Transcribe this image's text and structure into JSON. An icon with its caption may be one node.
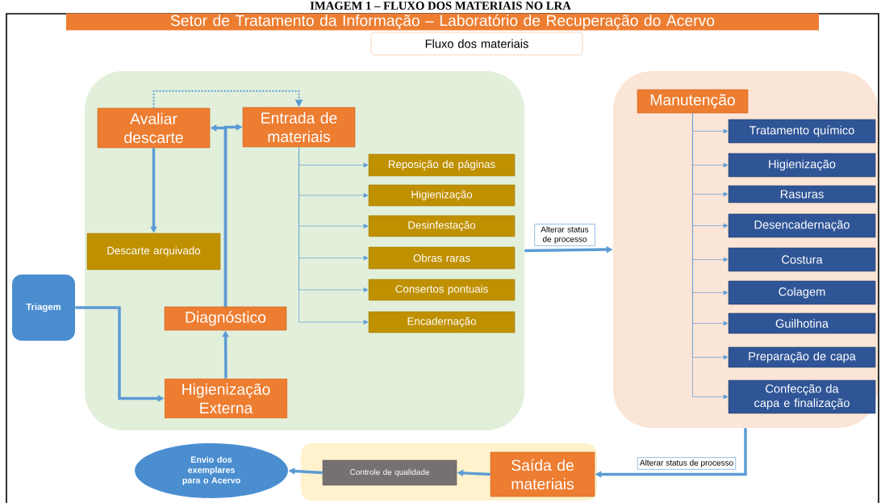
{
  "diagram": {
    "title": "IMAGEM 1 – FLUXO DOS MATERIAIS NO LRA",
    "nodes": [
      {
        "text": [
          "Setor de Tratamento da Informação – Laboratório de Recuperação do Acervo"
        ]
      },
      {
        "text": [
          "Fluxo dos materiais"
        ]
      },
      {
        "text": [],
        "shape": "box"
      },
      {
        "text": [
          "Avaliar descarte"
        ],
        "in": 2
      },
      {
        "text": [
          "Entrada de materiais"
        ],
        "in": 2
      },
      {
        "text": [
          "Reposição de páginas"
        ],
        "in": 2
      },
      {
        "text": [
          "Higienização"
        ],
        "in": 2
      },
      {
        "text": [
          "Desinfestação"
        ],
        "in": 2
      },
      {
        "text": [
          "Obras raras"
        ],
        "in": 2
      },
      {
        "text": [
          "Consertos pontuais"
        ],
        "in": 2
      },
      {
        "text": [
          "Encadernação"
        ],
        "in": 2
      },
      {
        "text": [
          "Descarte arquivado"
        ],
        "in": 2
      },
      {
        "text": [
          "Triagem"
        ]
      },
      {
        "text": [
          "Diagnóstico"
        ],
        "in": 2
      },
      {
        "text": [
          "Higienização Externa"
        ],
        "in": 2
      },
      {
        "text": [],
        "shape": "box"
      },
      {
        "text": [
          "Manutenção"
        ],
        "in": 15
      },
      {
        "text": [
          "Tratamento químico"
        ],
        "in": 15
      },
      {
        "text": [
          "Higienização"
        ],
        "in": 15
      },
      {
        "text": [
          "Rasuras"
        ],
        "in": 15
      },
      {
        "text": [
          "Desencadernação"
        ],
        "in": 15
      },
      {
        "text": [
          "Costura"
        ],
        "in": 15
      },
      {
        "text": [
          "Colagem"
        ],
        "in": 15
      },
      {
        "text": [
          "Guilhotina"
        ],
        "in": 15
      },
      {
        "text": [
          "Preparação de capa"
        ],
        "in": 15
      },
      {
        "text": [
          "Confecção da capa e finalização"
        ],
        "in": 15
      },
      {
        "text": [],
        "shape": "box"
      },
      {
        "text": [
          "Saída de materiais"
        ],
        "in": 26
      },
      {
        "text": [
          "Controle de qualidade"
        ],
        "in": 26
      },
      {
        "text": [
          "Envio dos exemplares para o Acervo"
        ]
      }
    ],
    "edges": [
      {
        "from": 3,
        "to": 4,
        "arrow": "to",
        "style": "dashed"
      },
      {
        "from": 13,
        "to": 3,
        "arrow": "to",
        "style": "thick"
      },
      {
        "from": 13,
        "to": 4,
        "arrow": "to",
        "style": "thick"
      },
      {
        "from": 3,
        "to": 11,
        "arrow": "to",
        "style": "thick"
      },
      {
        "from": 4,
        "to": 5,
        "arrow": "to"
      },
      {
        "from": 4,
        "to": 6,
        "arrow": "to"
      },
      {
        "from": 4,
        "to": 7,
        "arrow": "to"
      },
      {
        "from": 4,
        "to": 8,
        "arrow": "to"
      },
      {
        "from": 4,
        "to": 9,
        "arrow": "to"
      },
      {
        "from": 4,
        "to": 10,
        "arrow": "to"
      },
      {
        "from": 12,
        "to": 14,
        "arrow": "to",
        "style": "thick"
      },
      {
        "from": 14,
        "to": 13,
        "arrow": "to",
        "style": "thick"
      },
      {
        "from": 2,
        "to": 15,
        "arrow": "to",
        "label": "Alterar status de processo",
        "style": "thick"
      },
      {
        "from": 16,
        "to": 17,
        "arrow": "to"
      },
      {
        "from": 16,
        "to": 18,
        "arrow": "to"
      },
      {
        "from": 16,
        "to": 19,
        "arrow": "to"
      },
      {
        "from": 16,
        "to": 20,
        "arrow": "to"
      },
      {
        "from": 16,
        "to": 21,
        "arrow": "to"
      },
      {
        "from": 16,
        "to": 22,
        "arrow": "to"
      },
      {
        "from": 16,
        "to": 23,
        "arrow": "to"
      },
      {
        "from": 16,
        "to": 24,
        "arrow": "to"
      },
      {
        "from": 16,
        "to": 25,
        "arrow": "to"
      },
      {
        "from": 15,
        "to": 27,
        "arrow": "to",
        "label": "Alterar status de processo",
        "style": "thick"
      },
      {
        "from": 27,
        "to": 28,
        "arrow": "to",
        "style": "thick"
      },
      {
        "from": 28,
        "to": 29,
        "arrow": "to",
        "style": "thick"
      }
    ]
  }
}
